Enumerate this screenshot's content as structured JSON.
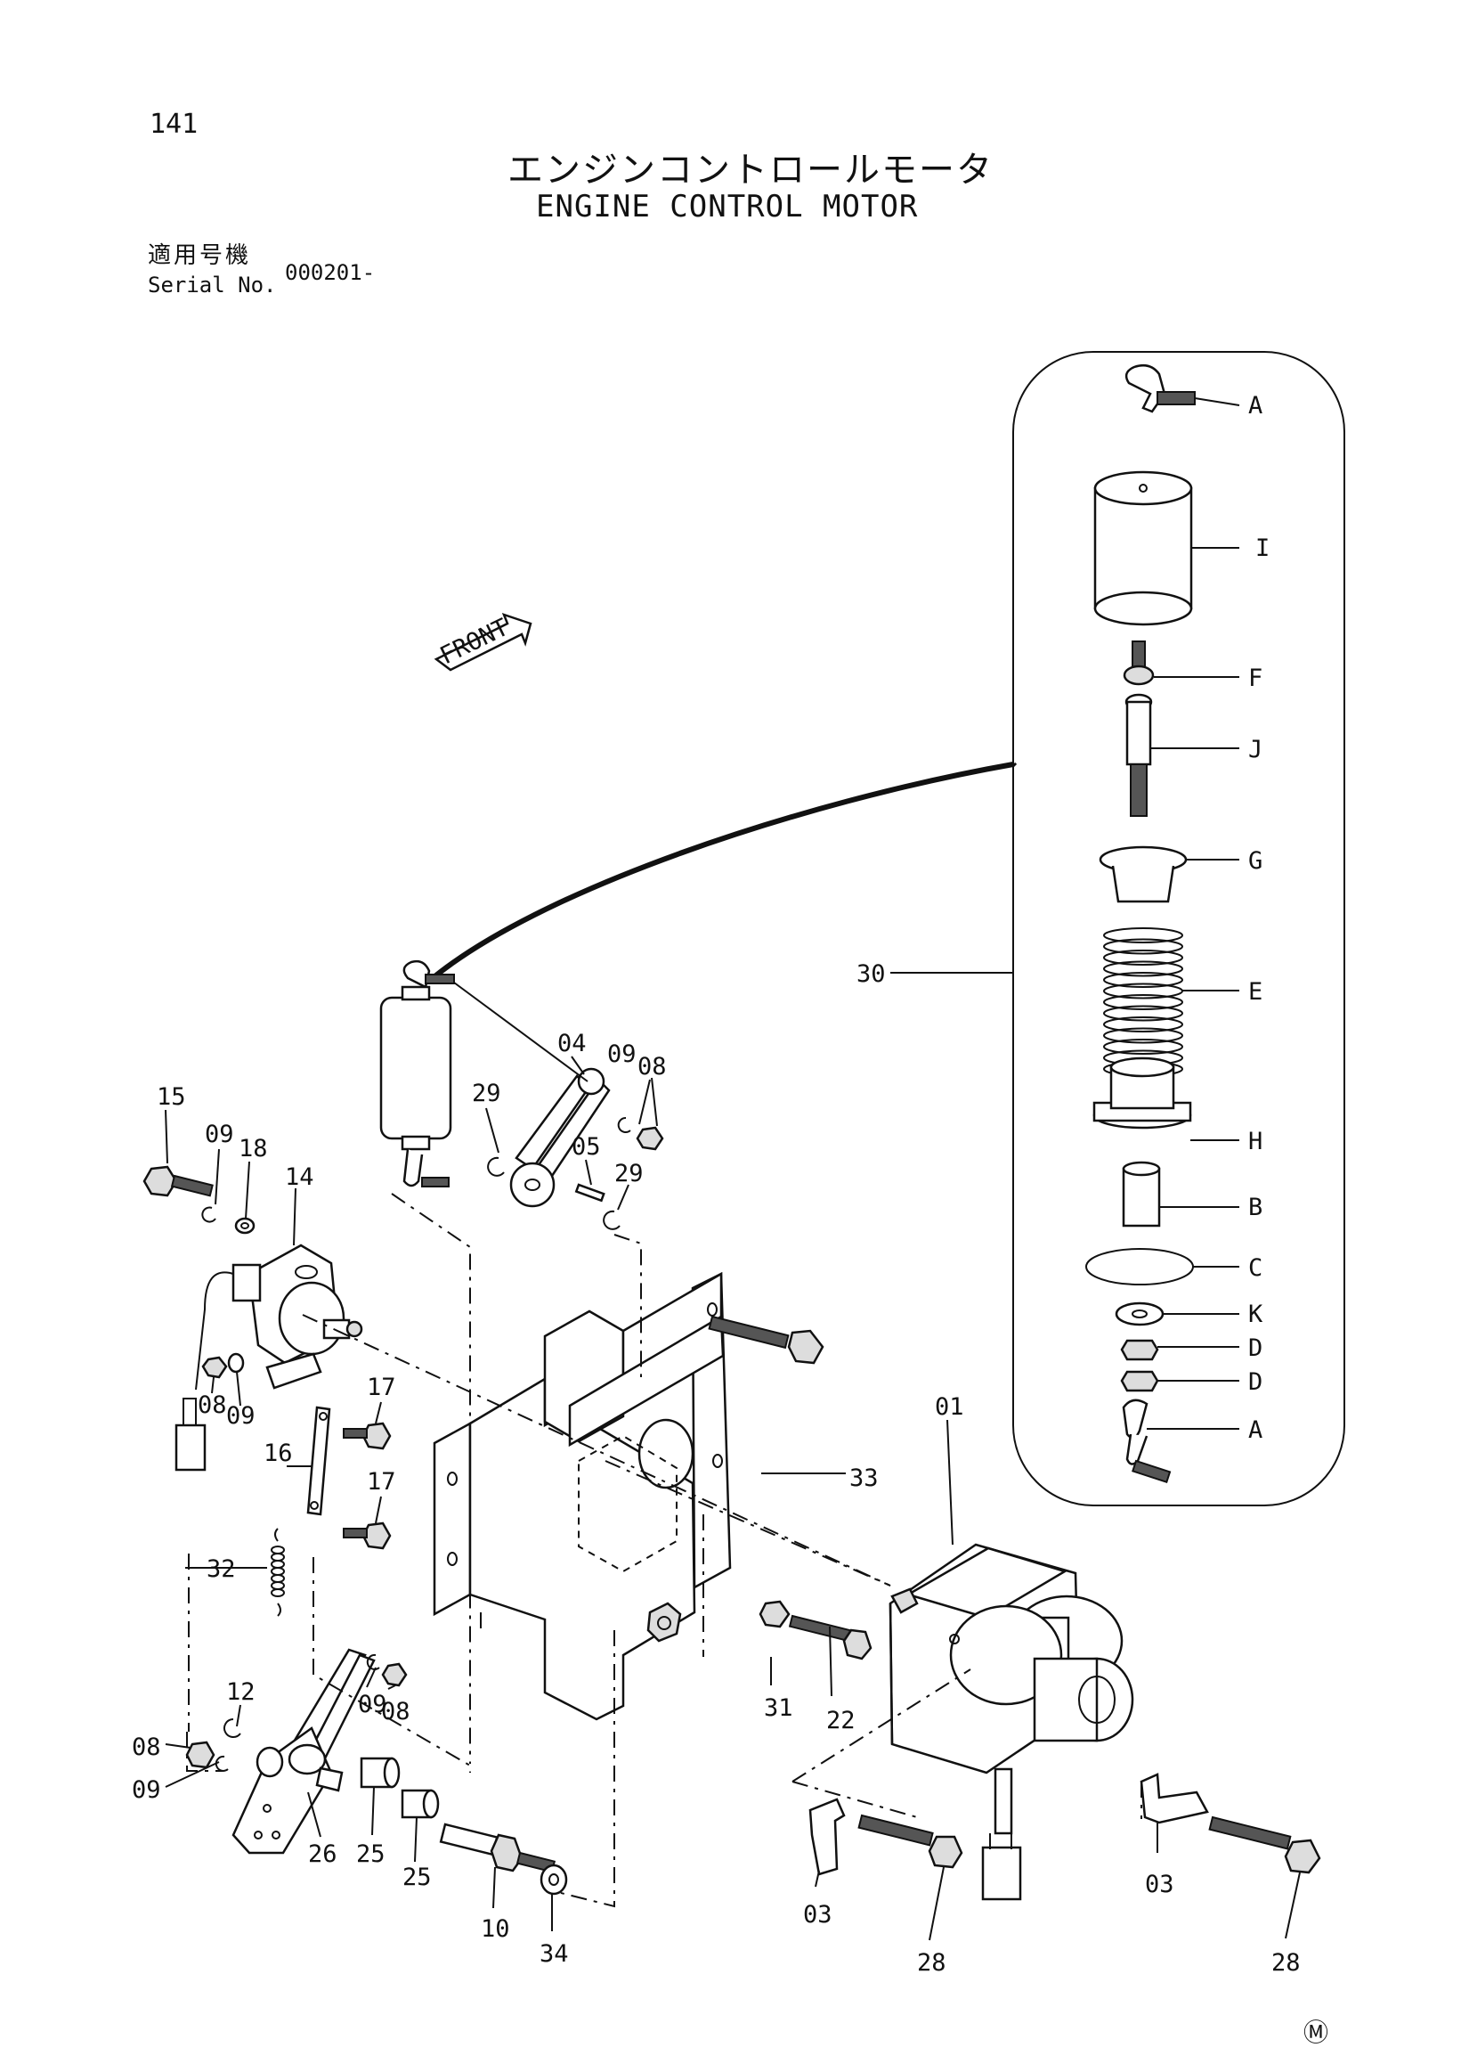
{
  "header": {
    "page_number": "141",
    "title_jp": "エンジンコントロールモータ",
    "title_en": "ENGINE CONTROL MOTOR",
    "serial_label_jp": "適用号機",
    "serial_label_en": "Serial No.",
    "serial_value": "000201-"
  },
  "front_marker": "FRONT",
  "callouts_main": [
    "01",
    "03",
    "03",
    "04",
    "05",
    "08",
    "08",
    "08",
    "08",
    "09",
    "09",
    "09",
    "09",
    "09",
    "10",
    "12",
    "14",
    "15",
    "16",
    "17",
    "17",
    "18",
    "22",
    "25",
    "25",
    "26",
    "28",
    "28",
    "29",
    "29",
    "30",
    "31",
    "32",
    "33",
    "34"
  ],
  "callouts_inset": [
    "A",
    "I",
    "F",
    "J",
    "G",
    "E",
    "H",
    "B",
    "C",
    "K",
    "D",
    "D",
    "A"
  ],
  "footer_mark": "Ⓜ"
}
